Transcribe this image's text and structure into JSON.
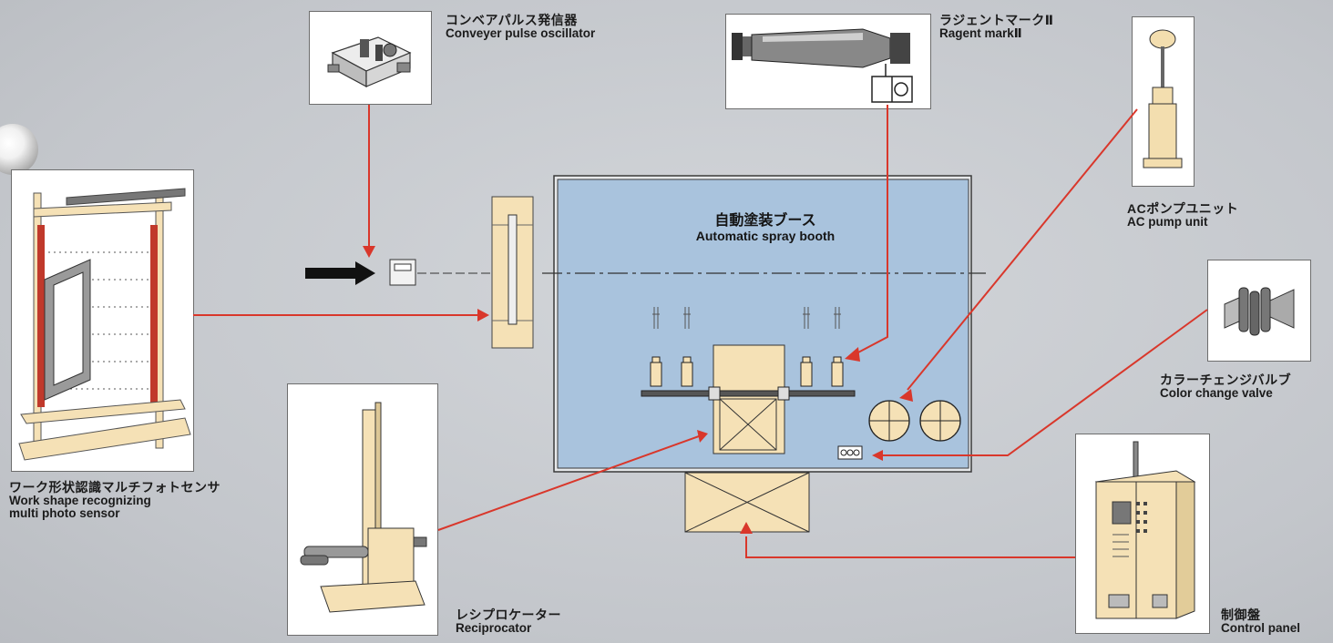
{
  "title": {
    "ja": "自動塗装ブース",
    "en": "Automatic spray booth"
  },
  "components": {
    "conveyer_pulse_oscillator": {
      "ja": "コンベアパルス発信器",
      "en": "Conveyer pulse oscillator"
    },
    "ragent_mark": {
      "ja": "ラジェントマークⅡ",
      "en": "Ragent markⅡ"
    },
    "ac_pump_unit": {
      "ja": "ACポンプユニット",
      "en": "AC pump unit"
    },
    "color_change_valve": {
      "ja": "カラーチェンジバルブ",
      "en": "Color change valve"
    },
    "work_shape_sensor": {
      "ja": "ワーク形状認識マルチフォトセンサ",
      "en_line1": "Work shape recognizing",
      "en_line2": "multi photo sensor"
    },
    "reciprocator": {
      "ja": "レシプロケーター",
      "en": "Reciprocator"
    },
    "control_panel": {
      "ja": "制御盤",
      "en": "Control panel"
    }
  },
  "colors": {
    "background": "#c9ccd1",
    "booth_fill": "#a9c3dd",
    "equipment_fill": "#f5e1b6",
    "connector_line": "#d9372b",
    "sensor_pole": "#c0392b"
  }
}
